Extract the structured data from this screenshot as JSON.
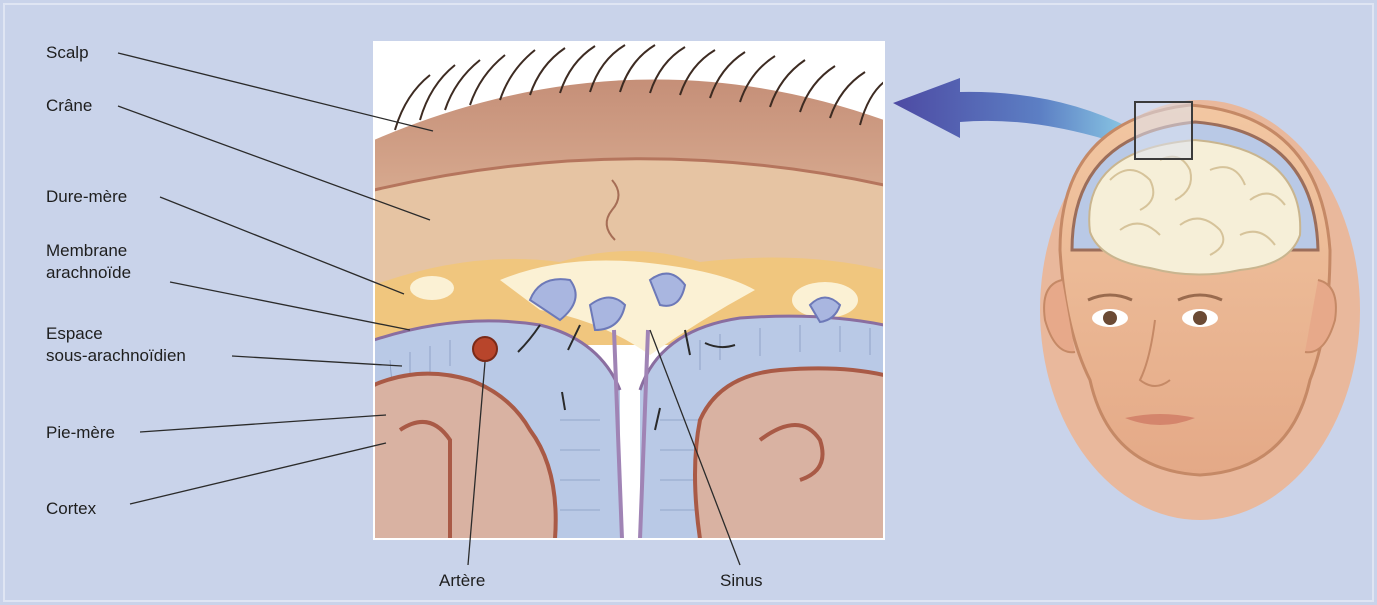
{
  "labels": {
    "scalp": "Scalp",
    "crane": "Crâne",
    "dure_mere": "Dure-mère",
    "membrane_line1": "Membrane",
    "membrane_line2": "arachnoïde",
    "espace_line1": "Espace",
    "espace_line2": "sous-arachnoïdien",
    "pie_mere": "Pie-mère",
    "cortex": "Cortex",
    "artere": "Artère",
    "sinus": "Sinus"
  },
  "colors": {
    "background": "#c9d3ea",
    "skin": "#e7b68f",
    "skull": "#e5c3a0",
    "dura": "#f0c67e",
    "csf": "#b9c9e6",
    "cortex": "#d9b2a2",
    "pia": "#a95a46",
    "artery": "#b8452b",
    "brain": "#f6efd8",
    "arrow": "#5a5cb3"
  }
}
